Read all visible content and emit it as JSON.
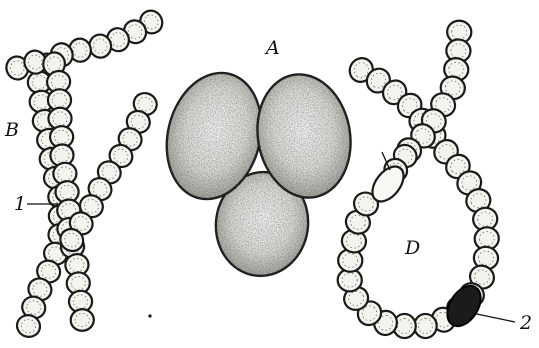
{
  "labels": {
    "a": "A",
    "b": "B",
    "d": "D",
    "one": "1",
    "two": "2"
  },
  "colors": {
    "ink": "#1a1a1a",
    "cell_fill": "#f4f4ef",
    "stipple": "#2a2a2a",
    "akinete": "#1b1b1b"
  }
}
